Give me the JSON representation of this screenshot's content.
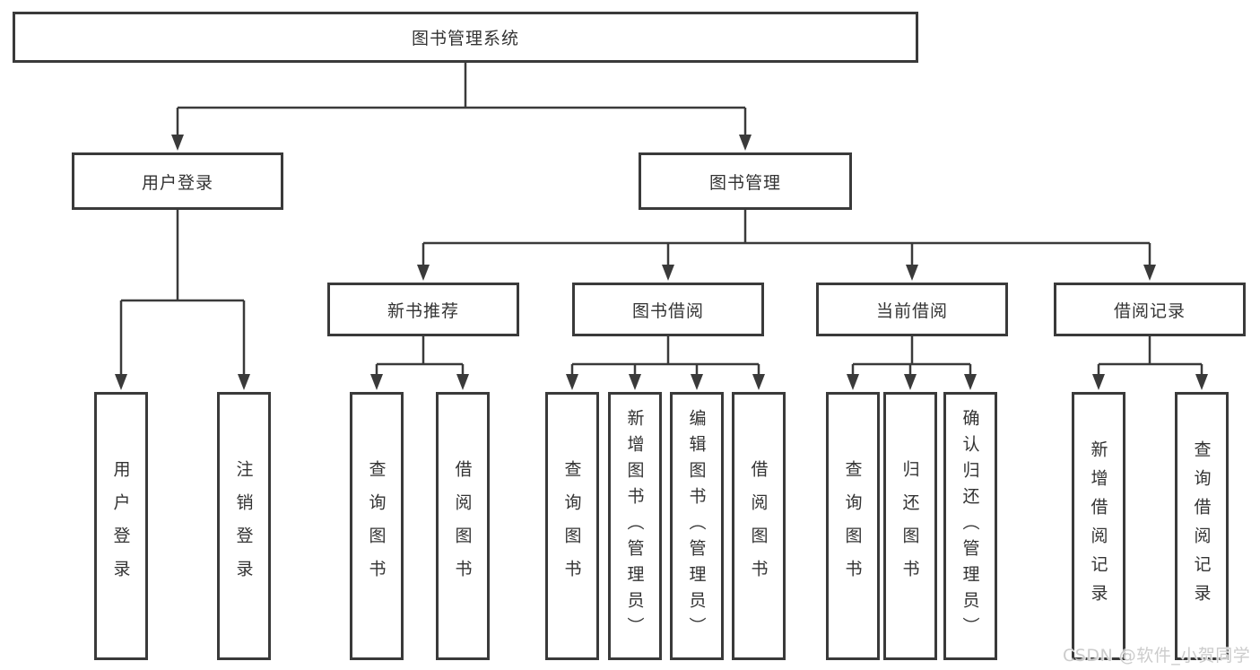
{
  "nodes": {
    "root": "图书管理系统",
    "user_login": "用户登录",
    "book_management": "图书管理",
    "new_book_recommend": "新书推荐",
    "book_borrow": "图书借阅",
    "current_borrow": "当前借阅",
    "borrow_records": "借阅记录",
    "leaf_user_login": "用户登录",
    "leaf_logout": "注销登录",
    "nbr_query_books": "查询图书",
    "nbr_borrow_books": "借阅图书",
    "bb_query_books": "查询图书",
    "bb_add_books_admin": "新增图书（管理员）",
    "bb_edit_books_admin": "编辑图书（管理员）",
    "bb_borrow_books": "借阅图书",
    "cb_query_books": "查询图书",
    "cb_return_books": "归还图书",
    "cb_confirm_return_admin": "确认归还（管理员）",
    "br_add_record": "新增借阅记录",
    "br_query_record": "查询借阅记录"
  },
  "watermark": "CSDN @软件_小贺同学",
  "colors": {
    "line": "#3a3a3a",
    "text": "#333333",
    "background": "#ffffff",
    "watermark": "#cccccc"
  }
}
